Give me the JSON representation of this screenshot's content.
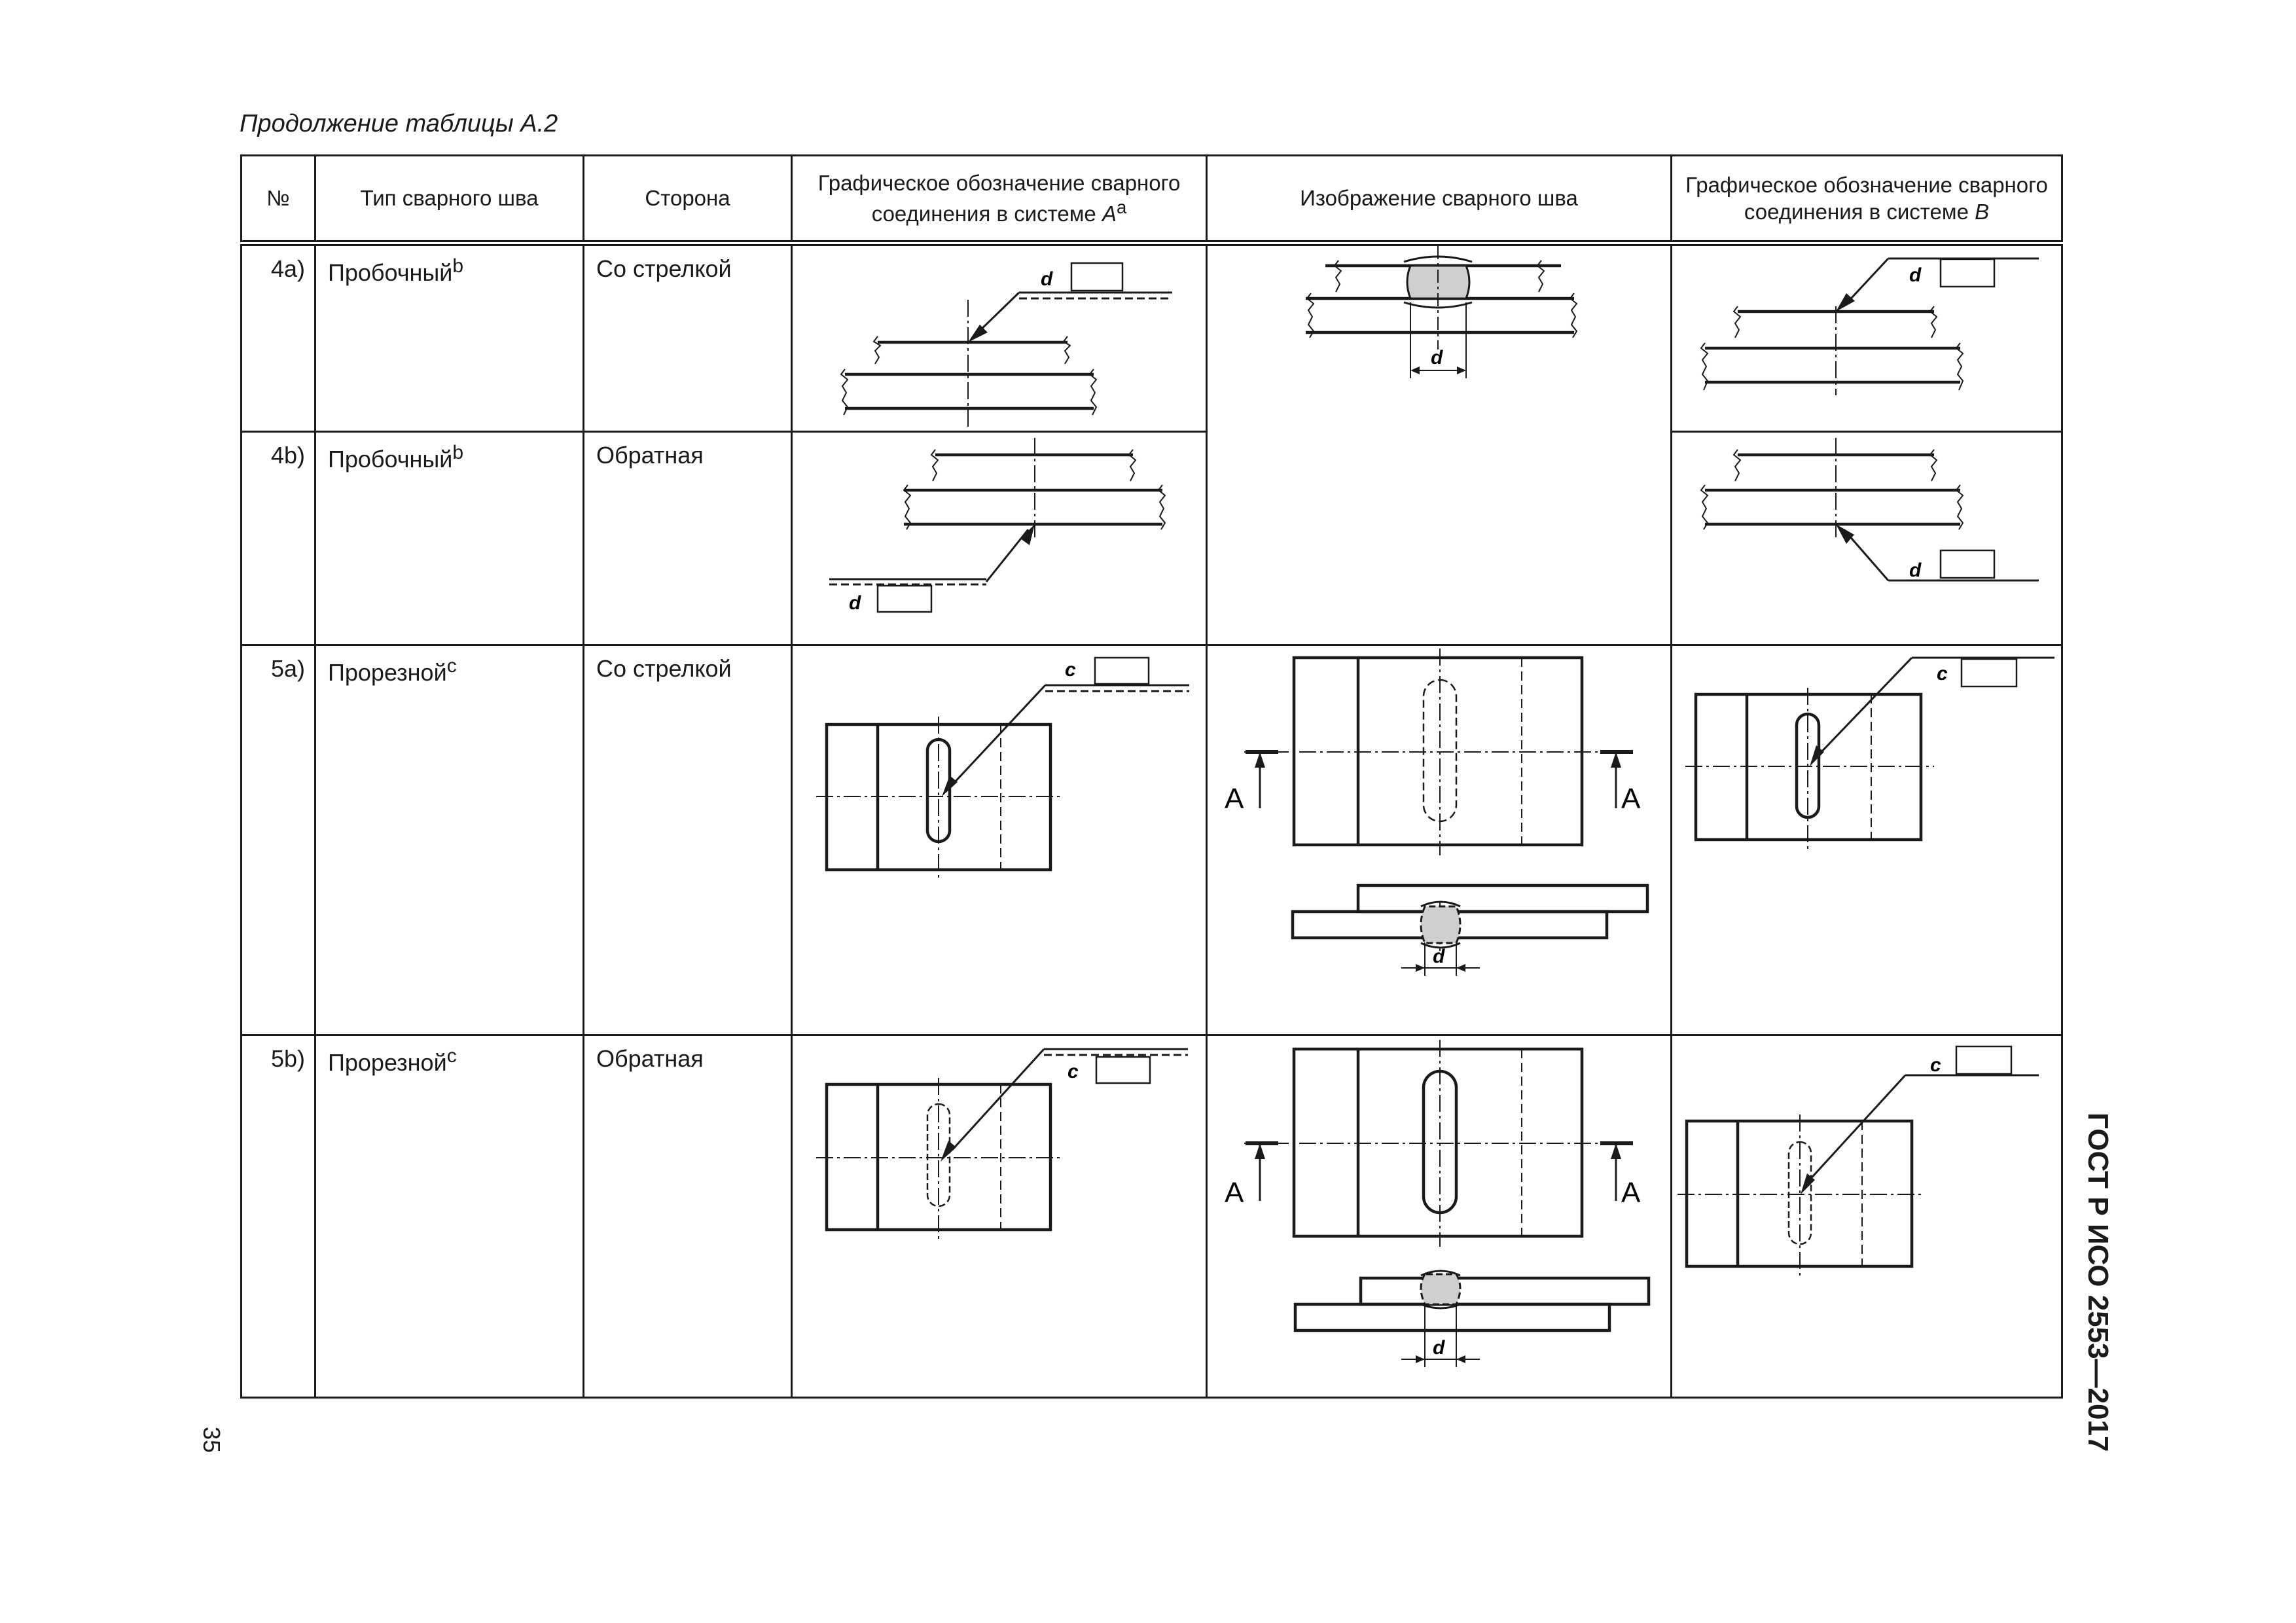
{
  "caption": "Продолжение таблицы А.2",
  "headers": {
    "num": "№",
    "type": "Тип сварного шва",
    "side": "Сторона",
    "sysA_main": "Графическое обозначение сварного соединения в системе ",
    "sysA_letter": "A",
    "sysA_sup": "a",
    "image": "Изображение сварного шва",
    "sysB_main": "Графическое обозначение свар­ного соединения в системе ",
    "sysB_letter": "B"
  },
  "rows": [
    {
      "num": "4a)",
      "type": "Пробочный",
      "sup": "b",
      "side": "Со стрелкой"
    },
    {
      "num": "4b)",
      "type": "Пробочный",
      "sup": "b",
      "side": "Обратная"
    },
    {
      "num": "5a)",
      "type": "Прорезной",
      "sup": "c",
      "side": "Со стрелкой"
    },
    {
      "num": "5b)",
      "type": "Прорезной",
      "sup": "c",
      "side": "Обратная"
    }
  ],
  "labels": {
    "d": "d",
    "c": "c",
    "section": "A"
  },
  "standard_id": "ГОСТ Р ИСО 2553—2017",
  "page_number": "35"
}
